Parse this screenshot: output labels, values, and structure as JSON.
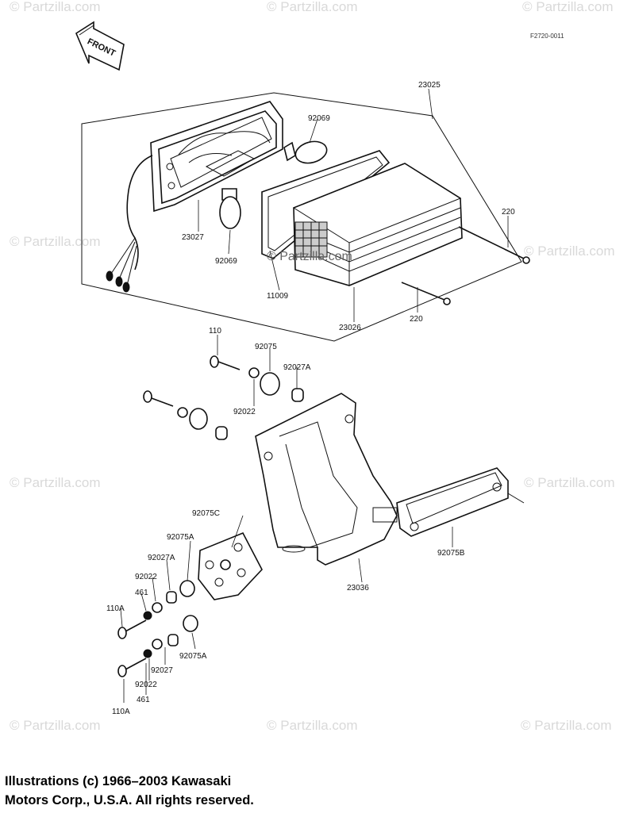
{
  "figure_code": "F2720-0011",
  "front_label": "FRONT",
  "watermark": "© Partzilla.com",
  "center_watermark": "© Partzilla.com",
  "parts": [
    {
      "ref": "23025"
    },
    {
      "ref": "92069",
      "note": "upper bulb"
    },
    {
      "ref": "23027"
    },
    {
      "ref": "92069",
      "note": "lower bulb"
    },
    {
      "ref": "11009"
    },
    {
      "ref": "23026"
    },
    {
      "ref": "220",
      "note": "right"
    },
    {
      "ref": "220",
      "note": "lower"
    },
    {
      "ref": "110"
    },
    {
      "ref": "92075"
    },
    {
      "ref": "92027A"
    },
    {
      "ref": "92022"
    },
    {
      "ref": "92075C"
    },
    {
      "ref": "92075A"
    },
    {
      "ref": "92027A"
    },
    {
      "ref": "92022"
    },
    {
      "ref": "461"
    },
    {
      "ref": "110A"
    },
    {
      "ref": "23036"
    },
    {
      "ref": "92075B"
    },
    {
      "ref": "92075A"
    },
    {
      "ref": "92027"
    },
    {
      "ref": "92022"
    },
    {
      "ref": "461"
    },
    {
      "ref": "110A"
    }
  ],
  "copyright": {
    "line1": "Illustrations (c) 1966–2003 Kawasaki",
    "line2": "Motors Corp., U.S.A.  All rights reserved."
  }
}
